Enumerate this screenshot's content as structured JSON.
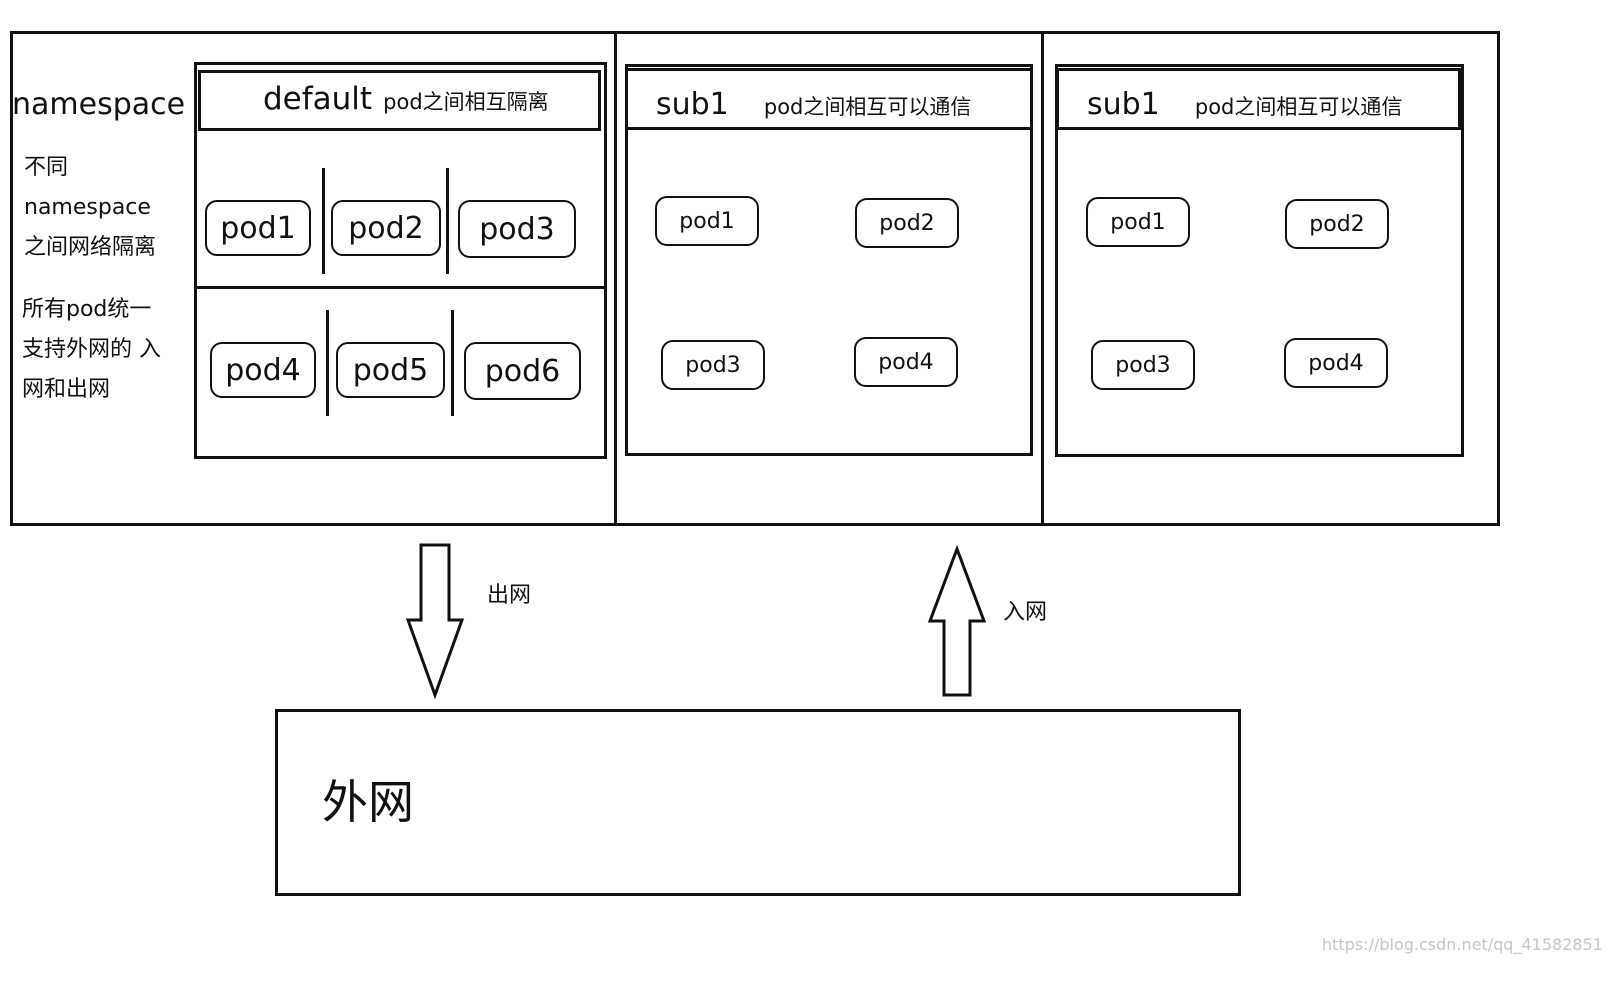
{
  "side_panel": {
    "heading": "namespace",
    "note1_lines": [
      "不同",
      "namespace",
      "之间网络隔离"
    ],
    "note2_lines": [
      "所有pod统一",
      "支持外网的 入",
      "网和出网"
    ]
  },
  "namespaces": [
    {
      "name": "default",
      "subtitle": "pod之间相互隔离",
      "pods": [
        "pod1",
        "pod2",
        "pod3",
        "pod4",
        "pod5",
        "pod6"
      ]
    },
    {
      "name": "sub1",
      "subtitle": "pod之间相互可以通信",
      "pods": [
        "pod1",
        "pod2",
        "pod3",
        "pod4"
      ]
    },
    {
      "name": "sub1",
      "subtitle": "pod之间相互可以通信",
      "pods": [
        "pod1",
        "pod2",
        "pod3",
        "pod4"
      ]
    }
  ],
  "arrows": {
    "out_label": "出网",
    "in_label": "入网"
  },
  "external": {
    "label": "外网"
  },
  "watermark": "https://blog.csdn.net/qq_41582851"
}
